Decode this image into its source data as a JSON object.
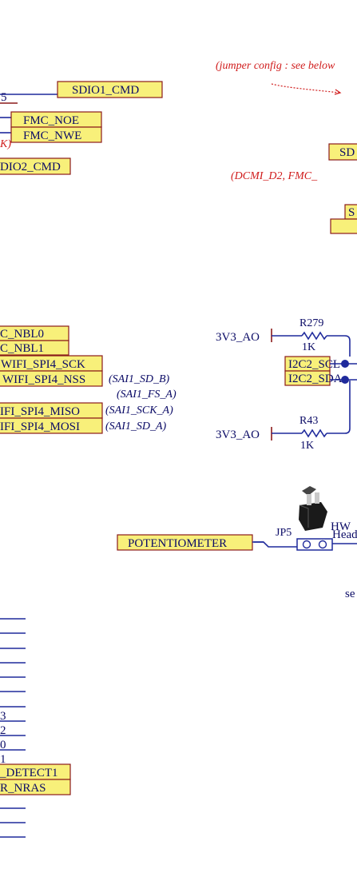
{
  "notes": {
    "jumper_config": "(jumper config : see below",
    "dcmi_alt": "(DCMI_D2, FMC_",
    "fmc_clk_frag": "K)"
  },
  "labels": {
    "sdio1_cmd": "SDIO1_CMD",
    "fmc_noe": "FMC_NOE",
    "fmc_nwe": "FMC_NWE",
    "sdio2_cmd_frag": "DIO2_CMD",
    "top_wire_frag": "5",
    "sd_frag": "SD",
    "s_frag": "S",
    "fmc_nbl0_frag": "C_NBL0",
    "fmc_nbl1_frag": "C_NBL1",
    "wifi_spi4_sck": "WIFI_SPI4_SCK",
    "wifi_spi4_nss": "WIFI_SPI4_NSS",
    "wifi_spi4_miso_frag": "IFI_SPI4_MISO",
    "wifi_spi4_mosi_frag": "IFI_SPI4_MOSI",
    "sai1_sd_b": "(SAI1_SD_B)",
    "sai1_fs_a": "(SAI1_FS_A)",
    "sai1_sck_a": "(SAI1_SCK_A)",
    "sai1_sd_a": "(SAI1_SD_A)",
    "i2c2_scl": "I2C2_SCL",
    "i2c2_sda": "I2C2_SDA",
    "pwr_top": "3V3_AO",
    "pwr_bottom": "3V3_AO",
    "r279_ref": "R279",
    "r279_val": "1K",
    "r43_ref": "R43",
    "r43_val": "1K",
    "hw_frag": "HW",
    "potentiometer": "POTENTIOMETER",
    "jp5_ref": "JP5",
    "header_frag": "Head",
    "se_frag": "se",
    "bus_3": "3",
    "bus_2": "2",
    "bus_0": "0",
    "bus_1": "1",
    "detect1_frag": "_DETECT1",
    "nras_frag": "R_NRAS"
  }
}
